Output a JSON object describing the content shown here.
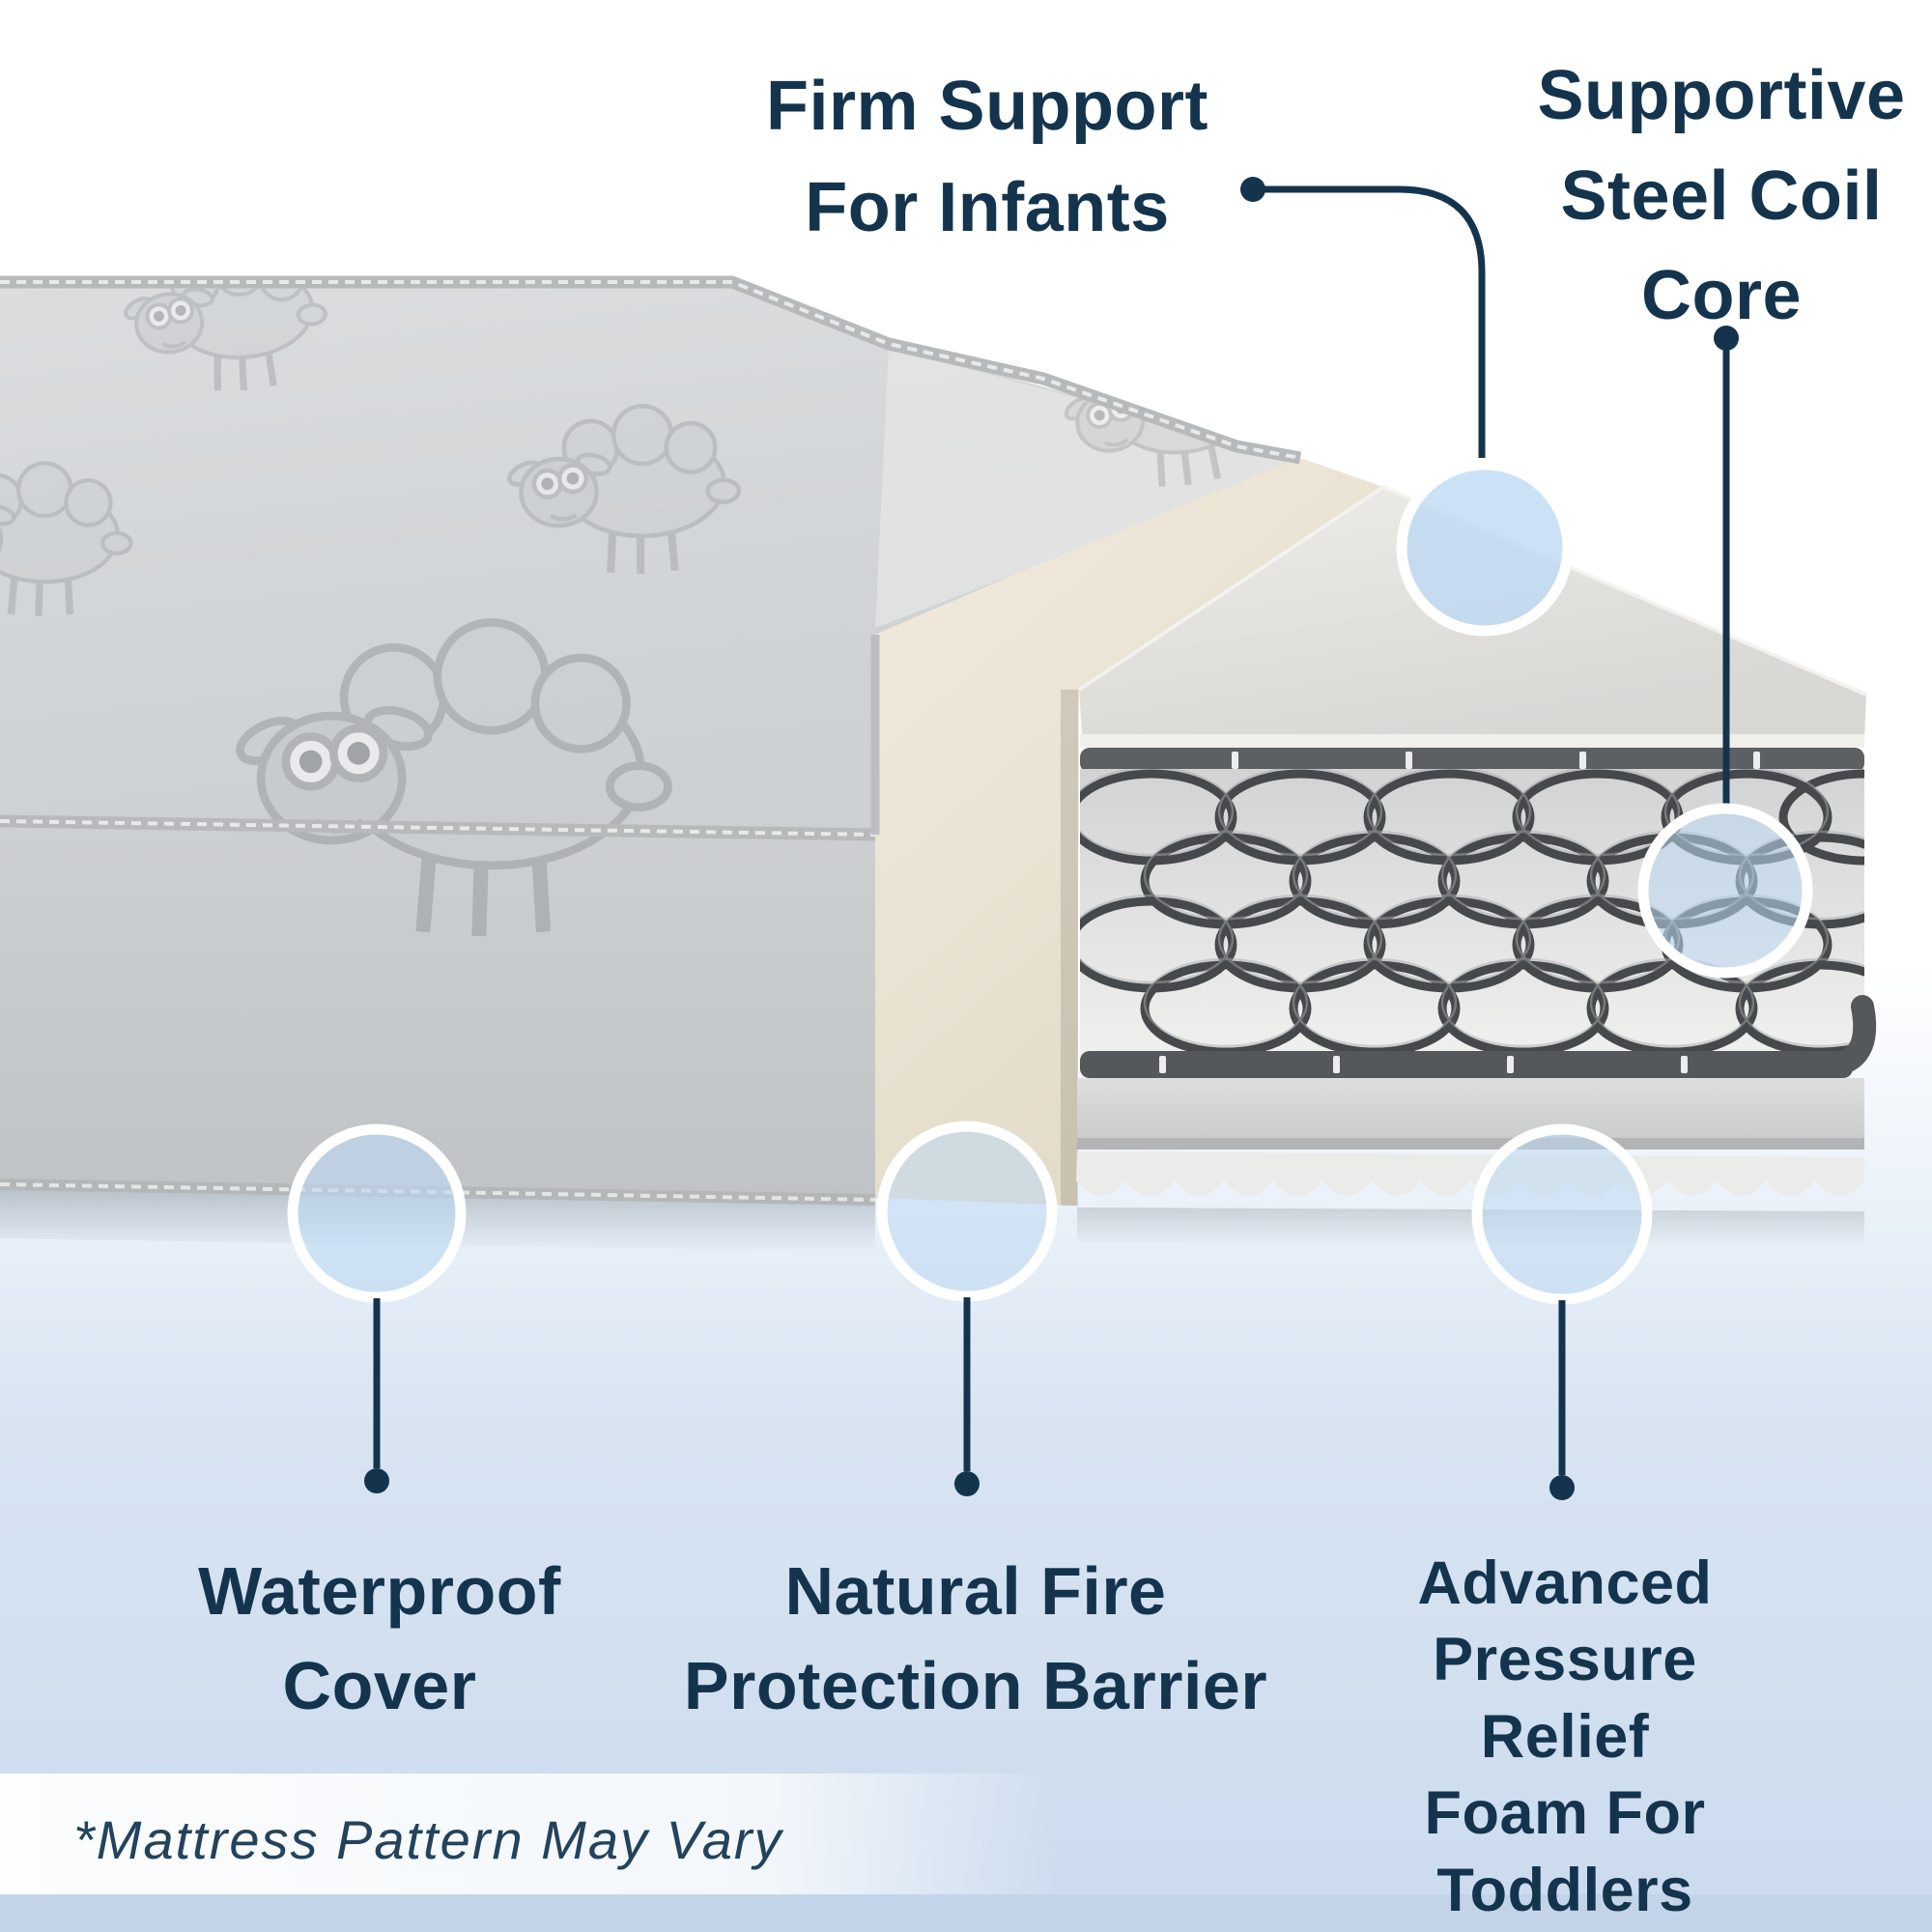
{
  "callouts": {
    "firm_support": {
      "label": "Firm Support\nFor Infants"
    },
    "steel_coil_core": {
      "label": "Supportive\nSteel Coil\nCore"
    },
    "waterproof_cover": {
      "label": "Waterproof\nCover"
    },
    "fire_barrier": {
      "label": "Natural Fire\nProtection Barrier"
    },
    "pressure_foam": {
      "label": "Advanced\nPressure Relief\nFoam For\nToddlers"
    }
  },
  "disclaimer": "*Mattress Pattern May Vary",
  "colors": {
    "accent_navy": "#14344e",
    "callout_circle_fill": "#bdd8f3",
    "callout_ring": "#ffffff",
    "background_blue": "#cbdbee",
    "fire_barrier_cream": "#e9e1d1",
    "fabric_grey": "#d2d5d6",
    "coil_dark": "#46494c"
  }
}
